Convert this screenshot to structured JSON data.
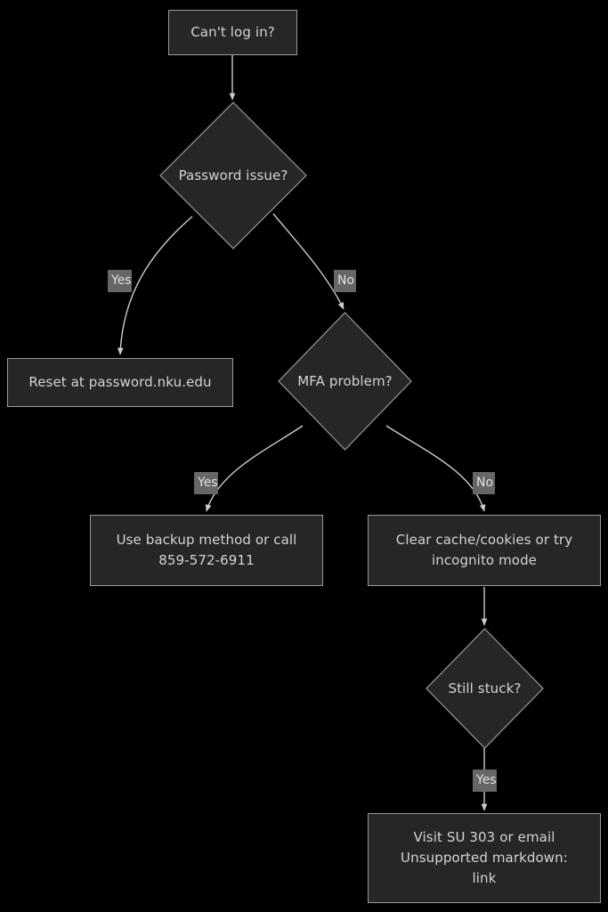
{
  "diagram": {
    "type": "flowchart",
    "title": "Can't log in troubleshooting flowchart",
    "background_color": "#000000",
    "node_fill_color": "#262626",
    "node_border_color": "#9a9a9a",
    "node_text_color": "#d4d4d4",
    "edge_color": "#cccccc",
    "edge_label_background": "#666666",
    "edge_label_text_color": "#e0e0e0",
    "nodes": [
      {
        "id": "start",
        "shape": "rect",
        "label": "Can't log in?"
      },
      {
        "id": "pw",
        "shape": "diamond",
        "label": "Password issue?"
      },
      {
        "id": "reset",
        "shape": "rect",
        "label": "Reset at password.nku.edu"
      },
      {
        "id": "mfa",
        "shape": "diamond",
        "label": "MFA problem?"
      },
      {
        "id": "backup",
        "shape": "rect",
        "label": "Use backup method or call\n859-572-6911"
      },
      {
        "id": "cache",
        "shape": "rect",
        "label": "Clear cache/cookies or try\nincognito mode"
      },
      {
        "id": "stuck",
        "shape": "diamond",
        "label": "Still stuck?"
      },
      {
        "id": "visit",
        "shape": "rect",
        "label": "Visit SU 303 or email\nUnsupported markdown:\nlink"
      }
    ],
    "edges": [
      {
        "from": "start",
        "to": "pw",
        "label": ""
      },
      {
        "from": "pw",
        "to": "reset",
        "label": "Yes"
      },
      {
        "from": "pw",
        "to": "mfa",
        "label": "No"
      },
      {
        "from": "mfa",
        "to": "backup",
        "label": "Yes"
      },
      {
        "from": "mfa",
        "to": "cache",
        "label": "No"
      },
      {
        "from": "cache",
        "to": "stuck",
        "label": ""
      },
      {
        "from": "stuck",
        "to": "visit",
        "label": "Yes"
      }
    ],
    "edge_labels": {
      "pw_yes": "Yes",
      "pw_no": "No",
      "mfa_yes": "Yes",
      "mfa_no": "No",
      "stuck_yes": "Yes"
    }
  }
}
